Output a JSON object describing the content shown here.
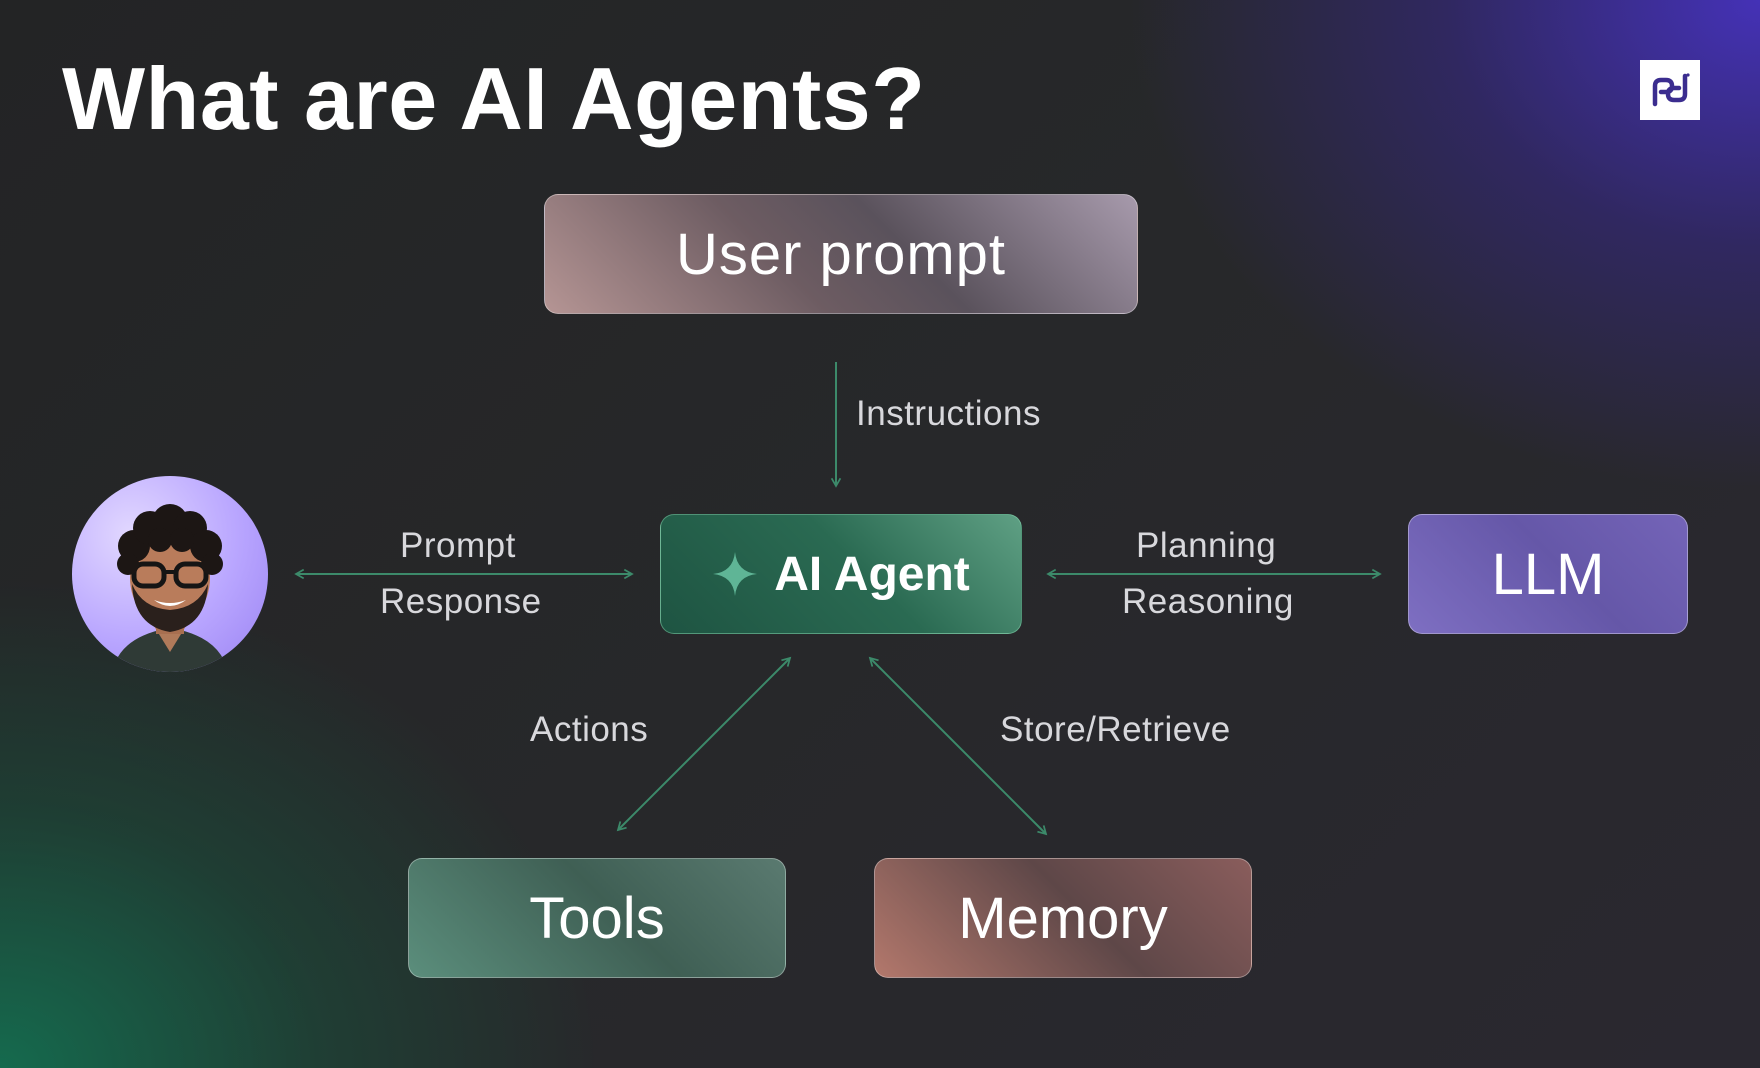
{
  "title": "What are AI Agents?",
  "logo": {
    "icon": "pd-logo-icon"
  },
  "nodes": {
    "user_prompt": "User prompt",
    "ai_agent": "AI Agent",
    "llm": "LLM",
    "tools": "Tools",
    "memory": "Memory",
    "user": {
      "icon": "person-avatar"
    }
  },
  "edges": {
    "instructions": "Instructions",
    "prompt": "Prompt",
    "response": "Response",
    "planning": "Planning",
    "reasoning": "Reasoning",
    "actions": "Actions",
    "store_retrieve": "Store/Retrieve"
  },
  "colors": {
    "connector": "#3c8a6a",
    "agent_accent": "#5fb596",
    "logo_mark": "#3b2d8f"
  }
}
